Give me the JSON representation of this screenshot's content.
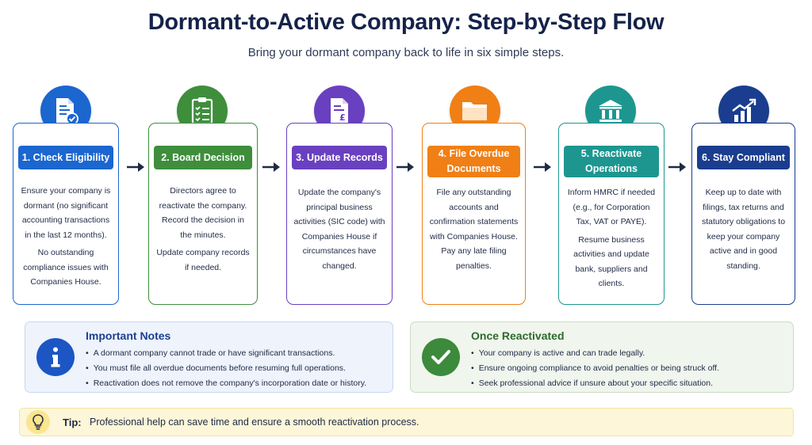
{
  "title": "Dormant-to-Active Company: Step-by-Step Flow",
  "subtitle": "Bring your dormant company back to life in six simple steps.",
  "steps": [
    {
      "label": "1. Check Eligibility",
      "color": "#1b66cf",
      "paragraphs": [
        "Ensure your company is dormant (no significant accounting transactions in the last 12 months).",
        "No outstanding compliance issues with Companies House."
      ]
    },
    {
      "label": "2. Board Decision",
      "color": "#3e8e3c",
      "paragraphs": [
        "Directors agree to reactivate the company. Record the decision in the minutes.",
        "Update company records if needed."
      ]
    },
    {
      "label": "3. Update Records",
      "color": "#6940c0",
      "paragraphs": [
        "Update the company's principal business activities (SIC code) with Companies House if circumstances have changed."
      ]
    },
    {
      "label": "4. File Overdue Documents",
      "color": "#f07f16",
      "paragraphs": [
        "File any outstanding accounts and confirmation statements with Companies House. Pay any late filing penalties."
      ]
    },
    {
      "label": "5. Reactivate Operations",
      "color": "#1d9690",
      "paragraphs": [
        "Inform HMRC if needed (e.g., for Corporation Tax, VAT or PAYE).",
        "Resume business activities and update bank, suppliers and clients."
      ]
    },
    {
      "label": "6. Stay Compliant",
      "color": "#1a3d8f",
      "paragraphs": [
        "Keep up to date with filings, tax returns and statutory obligations to keep your company active and in good standing."
      ]
    }
  ],
  "icons": [
    "document-check-icon",
    "clipboard-checklist-icon",
    "document-pound-icon",
    "folder-icon",
    "bank-building-icon",
    "growth-chart-icon"
  ],
  "notes": {
    "title": "Important Notes",
    "items": [
      "A dormant company cannot trade or have significant transactions.",
      "You must file all overdue documents before resuming full operations.",
      "Reactivation does not remove the company's incorporation date or history."
    ]
  },
  "reactivated": {
    "title": "Once Reactivated",
    "items": [
      "Your company is active and can trade legally.",
      "Ensure ongoing compliance to avoid penalties or being struck off.",
      "Seek professional advice if unsure about your specific situation."
    ]
  },
  "tip": {
    "label": "Tip:",
    "text": "Professional help can save time and ensure a smooth reactivation process."
  }
}
